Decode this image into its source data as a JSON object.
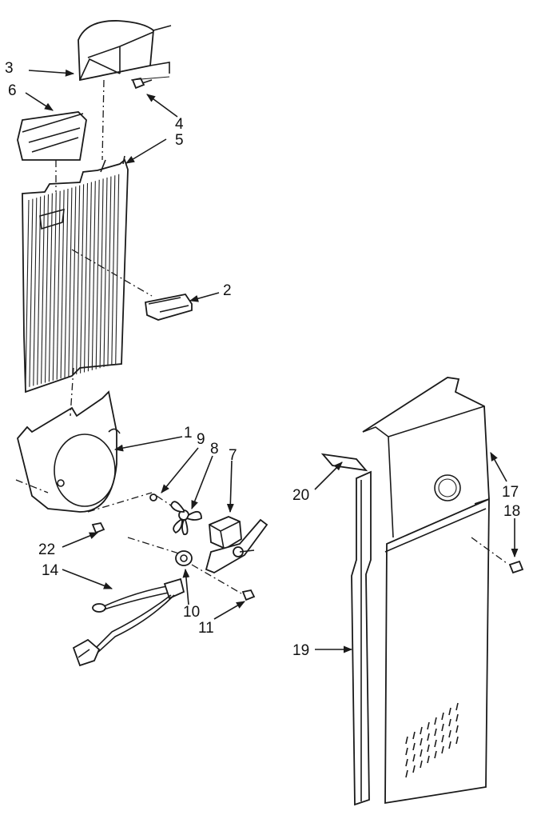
{
  "diagram": {
    "callouts": [
      {
        "id": "label-1",
        "text": "1"
      },
      {
        "id": "label-2",
        "text": "2"
      },
      {
        "id": "label-3",
        "text": "3"
      },
      {
        "id": "label-4",
        "text": "4"
      },
      {
        "id": "label-5",
        "text": "5"
      },
      {
        "id": "label-6",
        "text": "6"
      },
      {
        "id": "label-7",
        "text": "7"
      },
      {
        "id": "label-8",
        "text": "8"
      },
      {
        "id": "label-9",
        "text": "9"
      },
      {
        "id": "label-10",
        "text": "10"
      },
      {
        "id": "label-11",
        "text": "11"
      },
      {
        "id": "label-14",
        "text": "14"
      },
      {
        "id": "label-17",
        "text": "17"
      },
      {
        "id": "label-18",
        "text": "18"
      },
      {
        "id": "label-19",
        "text": "19"
      },
      {
        "id": "label-20",
        "text": "20"
      },
      {
        "id": "label-22",
        "text": "22"
      }
    ]
  }
}
